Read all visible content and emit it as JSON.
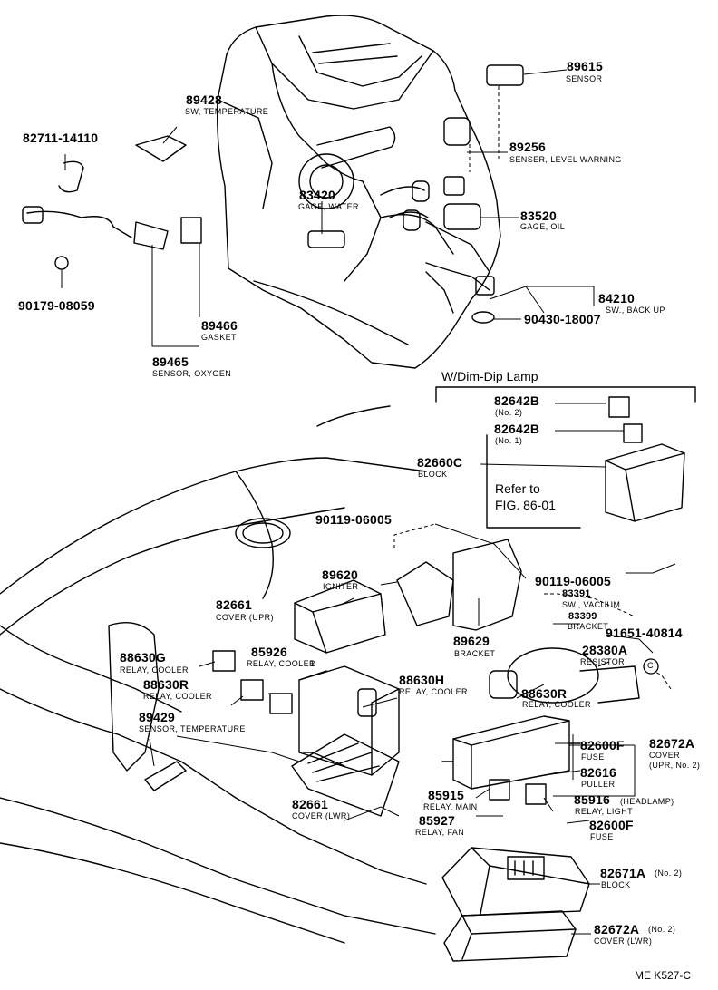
{
  "parts": {
    "p89615": {
      "no": "89615",
      "desc": "SENSOR"
    },
    "p89428": {
      "no": "89428",
      "desc": "SW, TEMPERATURE"
    },
    "p82711": {
      "no": "82711-14110"
    },
    "p89256": {
      "no": "89256",
      "desc": "SENSER, LEVEL WARNING"
    },
    "p83420": {
      "no": "83420",
      "desc": "GAGE, WATER"
    },
    "p83520": {
      "no": "83520",
      "desc": "GAGE, OIL"
    },
    "p84210": {
      "no": "84210",
      "desc": "SW., BACK UP"
    },
    "p90430": {
      "no": "90430-18007"
    },
    "p90179": {
      "no": "90179-08059"
    },
    "p89466": {
      "no": "89466",
      "desc": "GASKET"
    },
    "p89465": {
      "no": "89465",
      "desc": "SENSOR, OXYGEN"
    },
    "p82642b2": {
      "no": "82642B",
      "desc": "(No. 2)"
    },
    "p82642b1": {
      "no": "82642B",
      "desc": "(No. 1)"
    },
    "p82660c": {
      "no": "82660C",
      "desc": "BLOCK"
    },
    "p90119a": {
      "no": "90119-06005"
    },
    "p90119b": {
      "no": "90119-06005"
    },
    "p89620": {
      "no": "89620",
      "desc": "IGNITER"
    },
    "p82661u": {
      "no": "82661",
      "desc": "COVER (UPR)"
    },
    "p83391": {
      "no": "83391",
      "desc": "SW., VACUUM"
    },
    "p83399": {
      "no": "83399",
      "desc": "BRACKET"
    },
    "p91651": {
      "no": "91651-40814"
    },
    "p89629": {
      "no": "89629",
      "desc": "BRACKET"
    },
    "p28380a": {
      "no": "28380A",
      "desc": "RESISTOR"
    },
    "p88630g": {
      "no": "88630G",
      "desc": "RELAY, COOLER"
    },
    "p85926": {
      "no": "85926",
      "desc": "RELAY, COOLER"
    },
    "p88630h": {
      "no": "88630H",
      "desc": "RELAY, COOLER"
    },
    "p88630rl": {
      "no": "88630R",
      "desc": "RELAY, COOLER"
    },
    "p88630rr": {
      "no": "88630R",
      "desc": "RELAY, COOLER"
    },
    "p89429": {
      "no": "89429",
      "desc": "SENSOR, TEMPERATURE"
    },
    "p82600f1": {
      "no": "82600F",
      "desc": "FUSE"
    },
    "p82672a1": {
      "no": "82672A",
      "desc": "COVER",
      "desc2": "(UPR, No. 2)"
    },
    "p82616": {
      "no": "82616",
      "desc": "PULLER"
    },
    "p85915": {
      "no": "85915",
      "desc": "RELAY, MAIN"
    },
    "p85916": {
      "no": "85916",
      "note": "(HEADLAMP)",
      "desc": "RELAY, LIGHT"
    },
    "p82661l": {
      "no": "82661",
      "desc": "COVER (LWR)"
    },
    "p85927": {
      "no": "85927",
      "desc": "RELAY, FAN"
    },
    "p82600f2": {
      "no": "82600F",
      "desc": "FUSE"
    },
    "p82671a": {
      "no": "82671A",
      "note": "(No. 2)",
      "desc": "BLOCK"
    },
    "p82672a2": {
      "no": "82672A",
      "note": "(No. 2)",
      "desc": "COVER (LWR)"
    }
  },
  "labels": {
    "dim_dip": "W/Dim-Dip Lamp",
    "refer_to": "Refer to",
    "fig_ref": "FIG. 86-01",
    "marker_c": "C",
    "dash_1": "1",
    "drawing_code": "ME K527-C"
  }
}
